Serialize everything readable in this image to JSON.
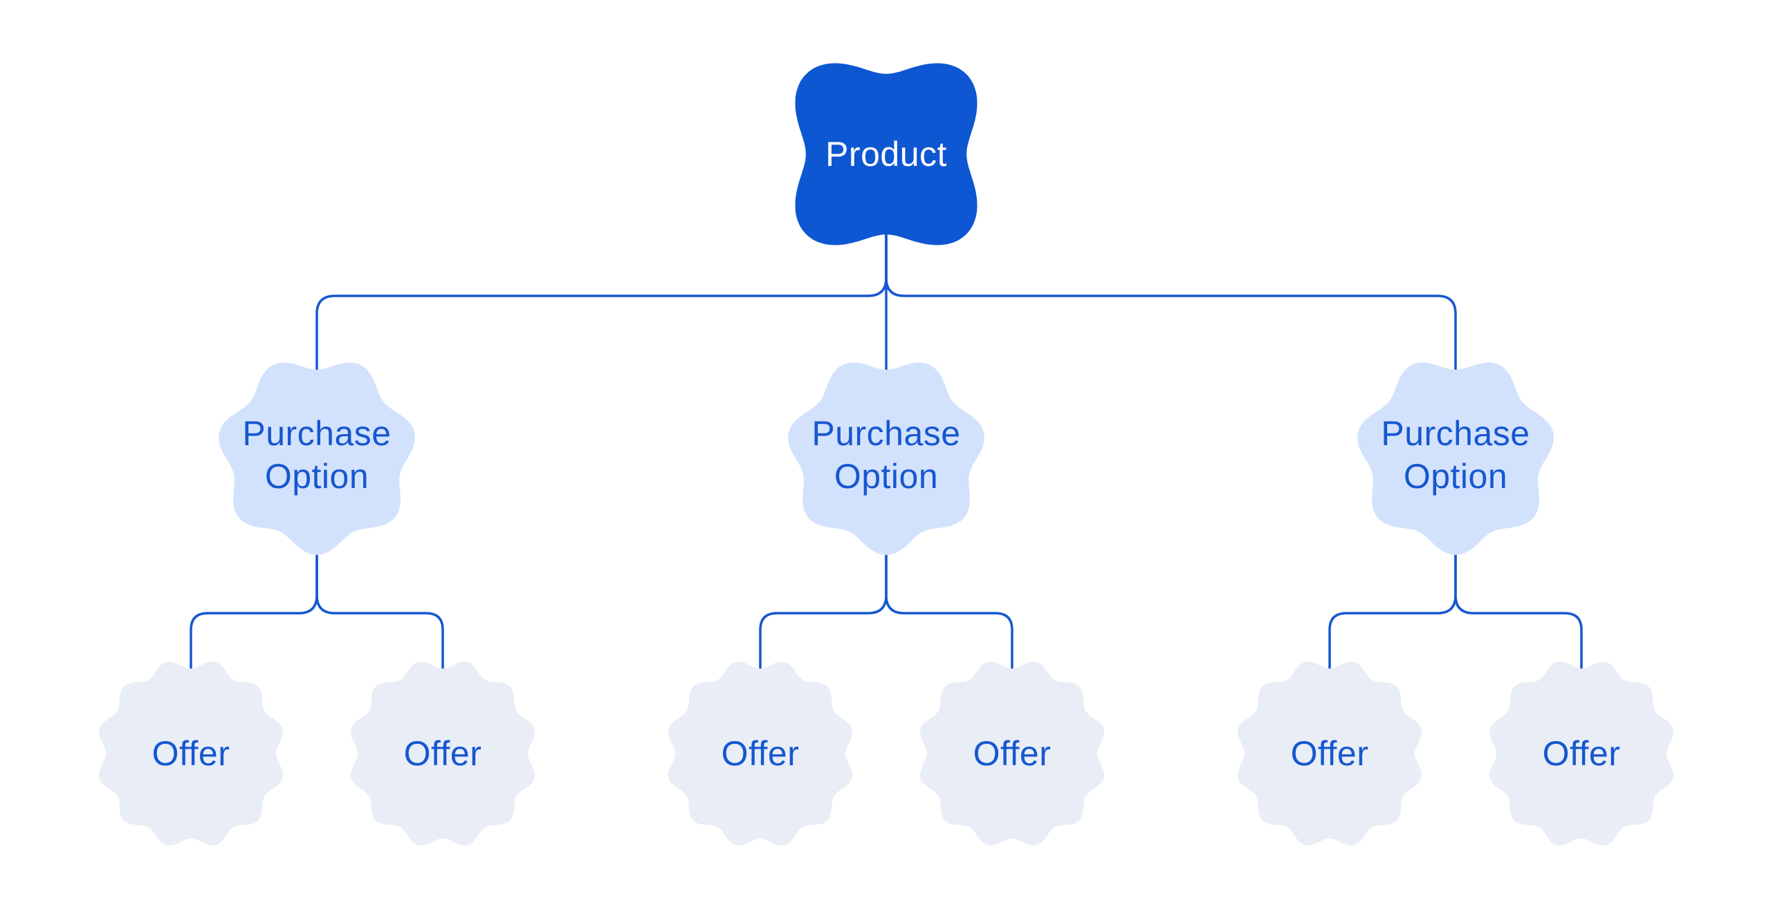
{
  "colors": {
    "background": "#ffffff",
    "product_fill": "#0e57d2",
    "purchase_fill": "#d3e2fc",
    "offer_fill": "#e8edf6",
    "connector": "#1657d0",
    "product_text": "#ffffff",
    "node_text": "#1657d0"
  },
  "tree": {
    "root": {
      "label": "Product",
      "children": [
        {
          "label": "Purchase Option",
          "children": [
            {
              "label": "Offer"
            },
            {
              "label": "Offer"
            }
          ]
        },
        {
          "label": "Purchase Option",
          "children": [
            {
              "label": "Offer"
            },
            {
              "label": "Offer"
            }
          ]
        },
        {
          "label": "Purchase Option",
          "children": [
            {
              "label": "Offer"
            },
            {
              "label": "Offer"
            }
          ]
        }
      ]
    }
  }
}
